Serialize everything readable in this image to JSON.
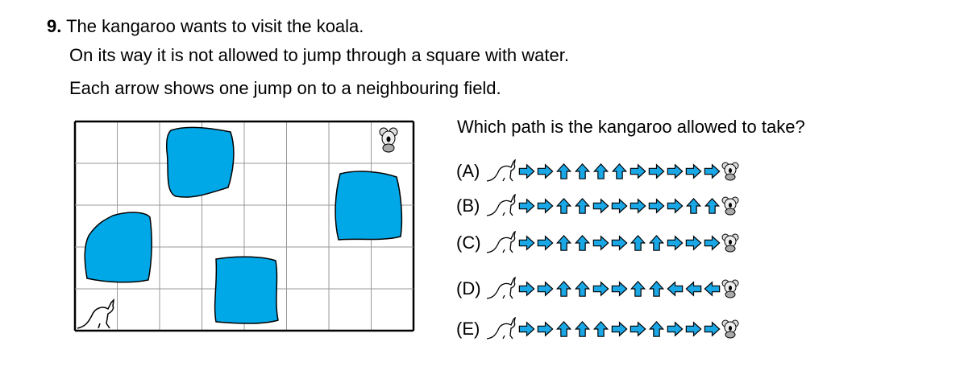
{
  "question": {
    "number": "9.",
    "line1": "The kangaroo wants to visit the koala.",
    "line2": "On its way it is not allowed to jump through a square with water.",
    "line3": "Each arrow shows one jump on to a neighbouring field.",
    "prompt": "Which path is the kangaroo allowed to take?"
  },
  "grid": {
    "columns": 8,
    "rows": 5,
    "water_color": "#00a8e8"
  },
  "options": [
    {
      "label": "(A)",
      "moves": [
        "right",
        "right",
        "up",
        "up",
        "up",
        "up",
        "right",
        "right",
        "right",
        "right",
        "right"
      ]
    },
    {
      "label": "(B)",
      "moves": [
        "right",
        "right",
        "up",
        "up",
        "right",
        "right",
        "right",
        "right",
        "right",
        "up",
        "up"
      ]
    },
    {
      "label": "(C)",
      "moves": [
        "right",
        "right",
        "up",
        "up",
        "right",
        "right",
        "up",
        "up",
        "right",
        "right",
        "right"
      ]
    },
    {
      "label": "(D)",
      "moves": [
        "right",
        "right",
        "up",
        "up",
        "right",
        "right",
        "up",
        "up",
        "left",
        "left",
        "left"
      ]
    },
    {
      "label": "(E)",
      "moves": [
        "right",
        "right",
        "up",
        "up",
        "up",
        "right",
        "right",
        "up",
        "right",
        "right",
        "right"
      ]
    }
  ]
}
